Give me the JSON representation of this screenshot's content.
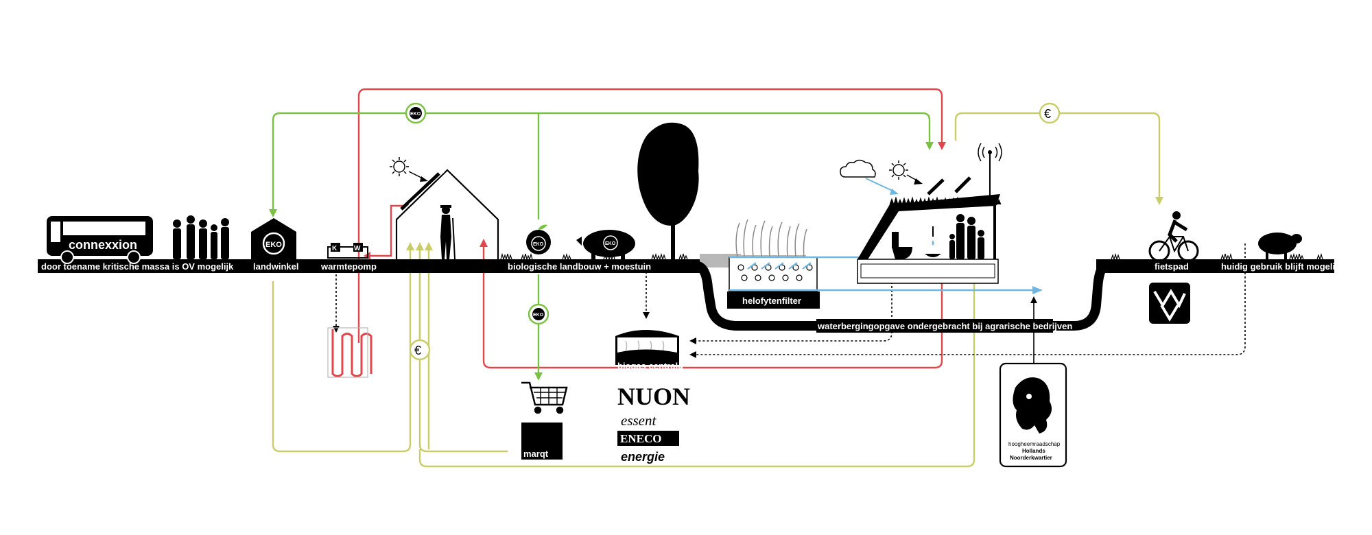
{
  "colors": {
    "ground": "#000000",
    "green": "#7ac143",
    "red": "#e0474c",
    "yellow": "#c9cc6a",
    "water": "#6fb6e0",
    "grey": "#b8b8b8"
  },
  "labels": {
    "ov": "door toename kritische massa is OV mogelijk",
    "landwinkel": "landwinkel",
    "warmtepomp": "warmtepomp",
    "landbouw": "biologische landbouw + moestuin",
    "helofytenfilter": "helofytenfilter",
    "waterberging": "waterbergingopgave ondergebracht bij agrarische bedrijven",
    "fietspad": "fietspad",
    "huidig": "huidig gebruik blijft mogelijk",
    "biogas": "biogas centrale"
  },
  "heatpump": {
    "k": "K",
    "w": "W"
  },
  "currency": {
    "euro": "€",
    "eko": "EKO"
  },
  "brands": {
    "connexxion": "connexxion",
    "nuon": "NUON",
    "essent": "essent",
    "eneco": "ENECO",
    "energie": "energie",
    "marqt": "marqt",
    "hhnk_1": "hoogheemraadschap",
    "hhnk_2": "Hollands",
    "hhnk_3": "Noorderkwartier"
  }
}
